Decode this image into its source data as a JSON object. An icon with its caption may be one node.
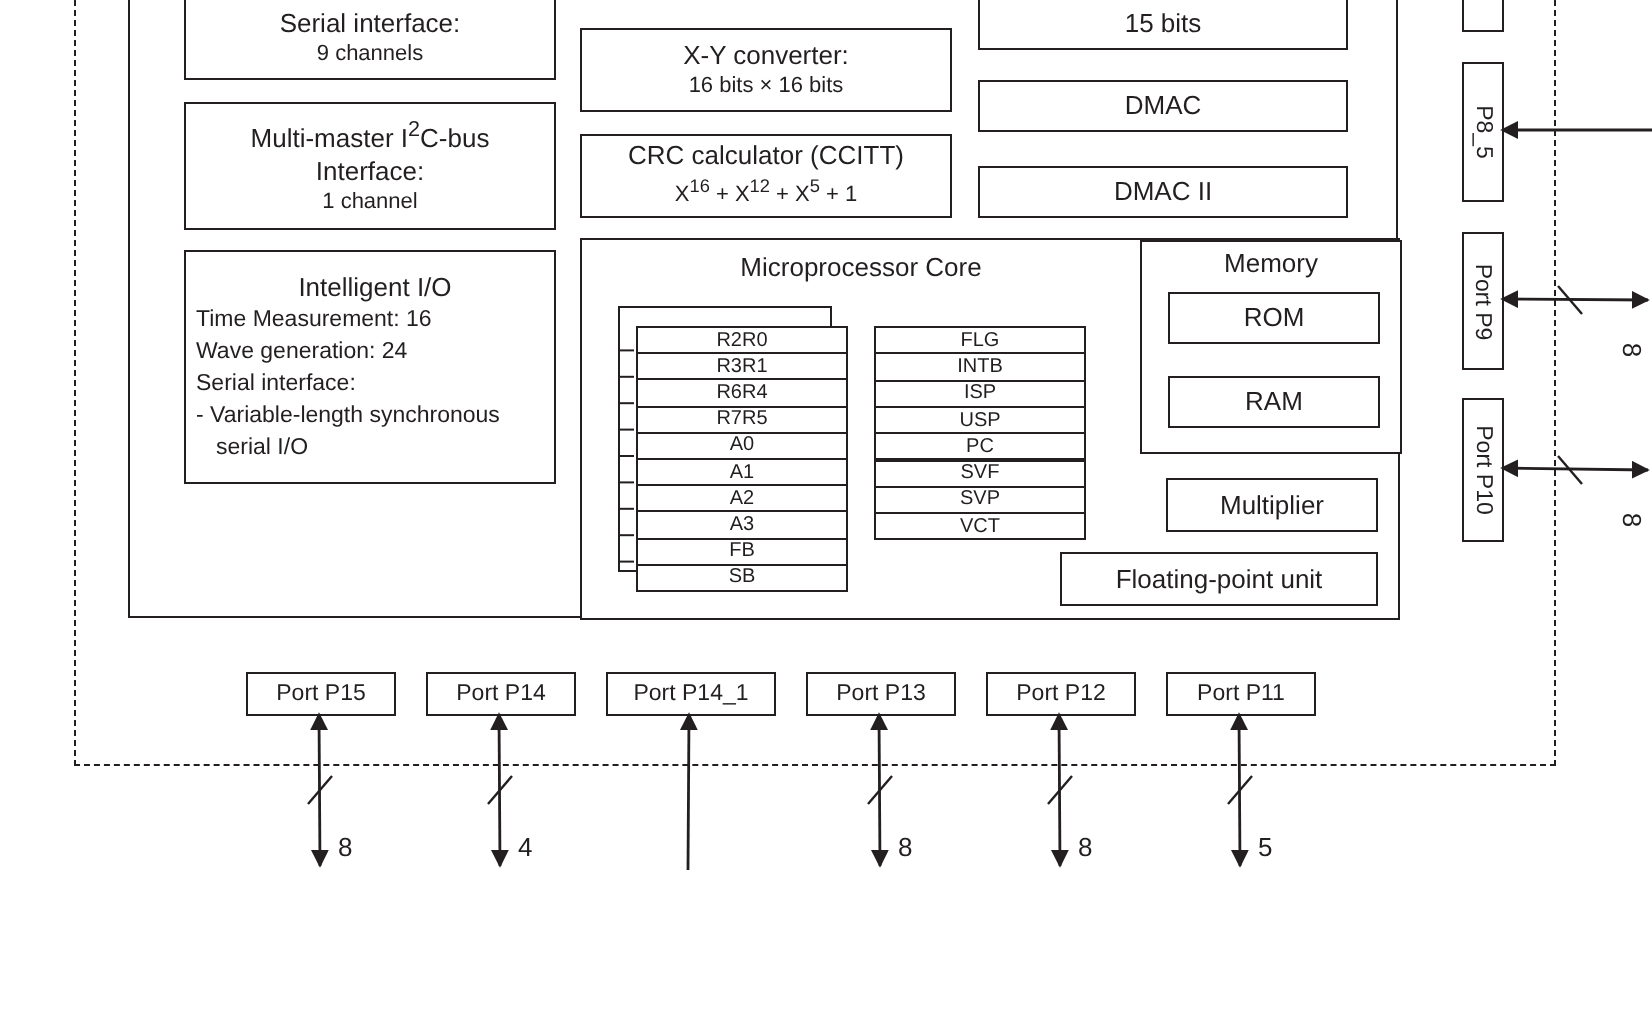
{
  "diagram": {
    "nodes": [
      {
        "text": [],
        "shape": "box"
      },
      {
        "text": [],
        "shape": "box",
        "in": 0
      },
      {
        "text": [
          "Serial interface:",
          "9 channels"
        ],
        "in": 1
      },
      {
        "text": [
          "15 bits"
        ],
        "in": 1
      },
      {
        "text": [
          "X-Y converter:",
          "16 bits × 16 bits"
        ],
        "in": 1
      },
      {
        "text": [
          "DMAC"
        ],
        "in": 1
      },
      {
        "text": [
          "Multi-master I$^{2}$C-bus Interface:",
          "1 channel"
        ],
        "in": 1
      },
      {
        "text": [
          "CRC calculator (CCITT)",
          "X$^{16}$ + X$^{12}$ + X$^{5}$ + 1"
        ],
        "in": 1
      },
      {
        "text": [
          "DMAC II"
        ],
        "in": 1
      },
      {
        "text": [
          "Intelligent I/O",
          "Time Measurement: 16",
          "Wave generation: 24",
          "Serial interface:",
          "- Variable-length synchronous serial I/O"
        ],
        "in": 1
      },
      {
        "text": [
          "Microprocessor Core"
        ],
        "in": 1
      },
      {
        "text": [
          "R2R0"
        ],
        "in": 10
      },
      {
        "text": [
          "R3R1"
        ],
        "in": 10
      },
      {
        "text": [
          "R6R4"
        ],
        "in": 10
      },
      {
        "text": [
          "R7R5"
        ],
        "in": 10
      },
      {
        "text": [
          "A0"
        ],
        "in": 10
      },
      {
        "text": [
          "A1"
        ],
        "in": 10
      },
      {
        "text": [
          "A2"
        ],
        "in": 10
      },
      {
        "text": [
          "A3"
        ],
        "in": 10
      },
      {
        "text": [
          "FB"
        ],
        "in": 10
      },
      {
        "text": [
          "SB"
        ],
        "in": 10
      },
      {
        "text": [
          "FLG"
        ],
        "in": 10
      },
      {
        "text": [
          "INTB"
        ],
        "in": 10
      },
      {
        "text": [
          "ISP"
        ],
        "in": 10
      },
      {
        "text": [
          "USP"
        ],
        "in": 10
      },
      {
        "text": [
          "PC"
        ],
        "in": 10
      },
      {
        "text": [
          "SVF"
        ],
        "in": 10
      },
      {
        "text": [
          "SVP"
        ],
        "in": 10
      },
      {
        "text": [
          "VCT"
        ],
        "in": 10
      },
      {
        "text": [
          "Memory"
        ],
        "in": 10
      },
      {
        "text": [
          "ROM"
        ],
        "in": 29
      },
      {
        "text": [
          "RAM"
        ],
        "in": 29
      },
      {
        "text": [
          "Multiplier"
        ],
        "in": 10
      },
      {
        "text": [
          "Floating-point unit"
        ],
        "in": 10
      },
      {
        "text": [],
        "shape": "box",
        "in": 0
      },
      {
        "text": [
          "P8_5"
        ],
        "in": 0
      },
      {
        "text": [
          "Port P9"
        ],
        "in": 0
      },
      {
        "text": [
          "Port P10"
        ],
        "in": 0
      },
      {
        "text": [
          "Port P15"
        ],
        "in": 0
      },
      {
        "text": [
          "Port P14"
        ],
        "in": 0
      },
      {
        "text": [
          "Port P14_1"
        ],
        "in": 0
      },
      {
        "text": [
          "Port P13"
        ],
        "in": 0
      },
      {
        "text": [
          "Port P12"
        ],
        "in": 0
      },
      {
        "text": [
          "Port P11"
        ],
        "in": 0
      }
    ],
    "edges": [
      {
        "from": null,
        "to": 35,
        "arrow": "to"
      },
      {
        "from": null,
        "to": 36,
        "arrow": "both",
        "label": "8"
      },
      {
        "from": null,
        "to": 37,
        "arrow": "both",
        "label": "8"
      },
      {
        "from": null,
        "to": 38,
        "arrow": "both",
        "label": "8"
      },
      {
        "from": null,
        "to": 39,
        "arrow": "both",
        "label": "4"
      },
      {
        "from": null,
        "to": 40,
        "arrow": "to"
      },
      {
        "from": null,
        "to": 41,
        "arrow": "both",
        "label": "8"
      },
      {
        "from": null,
        "to": 42,
        "arrow": "both",
        "label": "8"
      },
      {
        "from": null,
        "to": 43,
        "arrow": "both",
        "label": "5"
      }
    ]
  }
}
